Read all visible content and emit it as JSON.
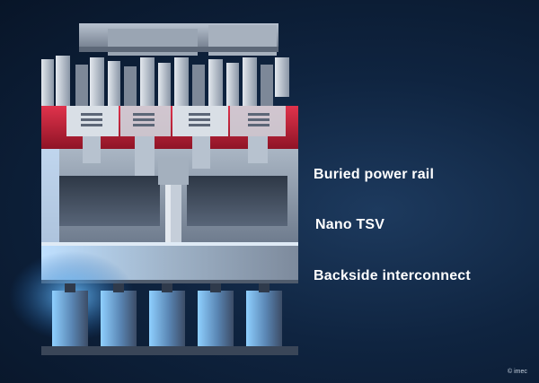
{
  "labels": {
    "buried_power_rail": "Buried power rail",
    "nano_tsv": "Nano TSV",
    "backside_interconnect": "Backside interconnect"
  },
  "copyright": "© imec",
  "colors": {
    "background": "#0f2440",
    "structure_light": "#c9d3de",
    "structure_mid": "#8e9bab",
    "structure_dark": "#4a5566",
    "power_rail_red": "#c9203a",
    "glow_blue": "#4aa8ff"
  }
}
